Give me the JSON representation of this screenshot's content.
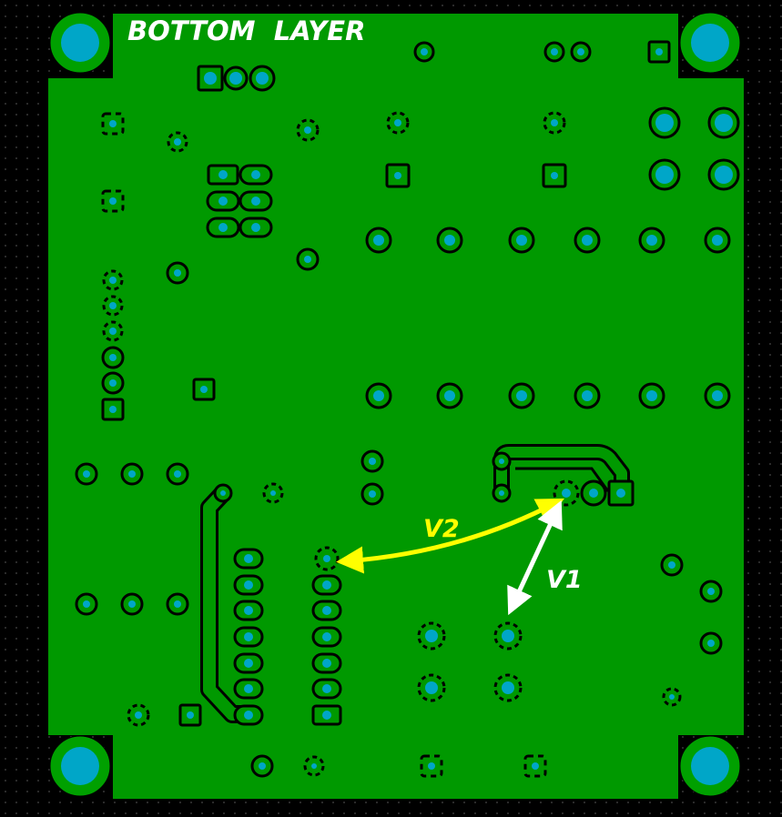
{
  "title": "BOTTOM  LAYER",
  "annotations": {
    "v1_label": "V1",
    "v2_label": "V2"
  },
  "colors": {
    "background": "#000000",
    "grid_dot": "#2a2a2a",
    "copper_pour": "#009900",
    "pad_ring": "#00a000",
    "pad_hole": "#00a6c8",
    "outline": "#000000",
    "title_text": "#ffffff",
    "v1_arrow": "#ffffff",
    "v2_arrow": "#ffff00"
  },
  "icons": {
    "mounting_hole": "mounting-hole-icon",
    "through_hole_pad": "through-hole-pad-icon",
    "thermal_via": "thermal-relief-via-icon",
    "square_pad": "square-pad-icon",
    "double_headed_arrow": "double-arrow-icon"
  }
}
